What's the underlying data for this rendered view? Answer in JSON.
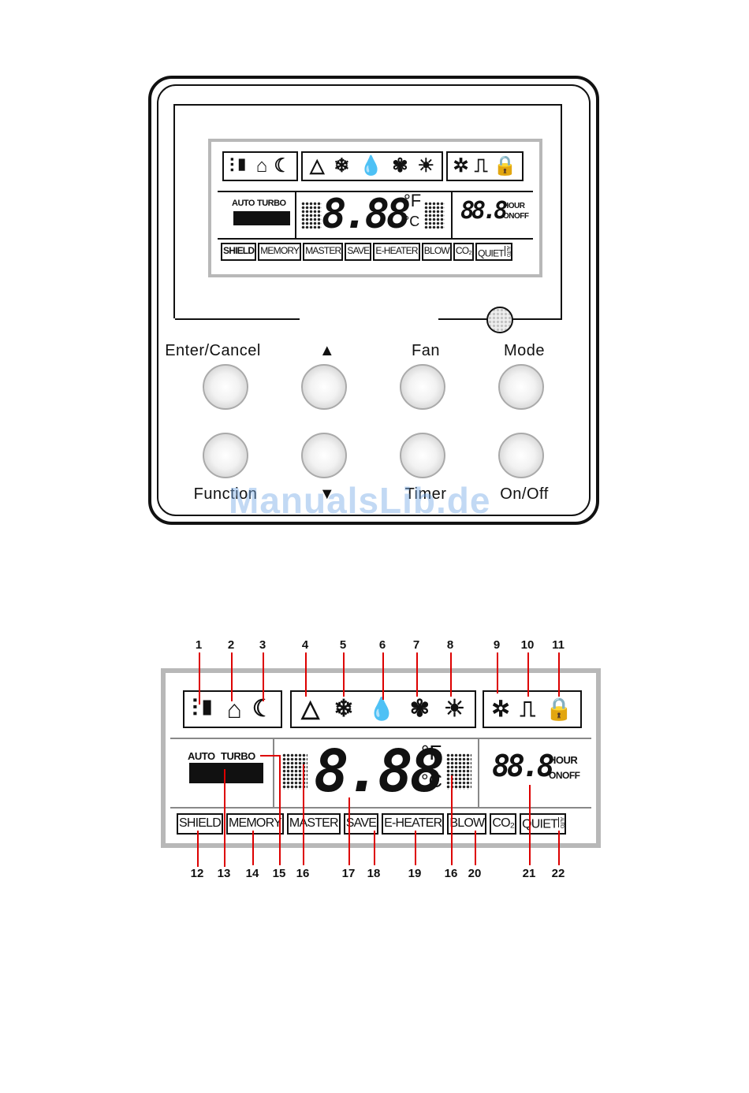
{
  "panel": {
    "buttons": {
      "enter_cancel": "Enter/Cancel",
      "up": "▲",
      "fan": "Fan",
      "mode": "Mode",
      "function": "Function",
      "down": "▼",
      "timer": "Timer",
      "on_off": "On/Off"
    }
  },
  "lcd": {
    "auto": "AUTO",
    "turbo": "TURBO",
    "main_digits": "8.88",
    "unit_f": "°F",
    "unit_c": "°C",
    "timer_digits": "88.8",
    "hour": "HOUR",
    "onoff": "ONOFF",
    "tags": {
      "shield": "SHIELD",
      "memory": "MEMORY",
      "master": "MASTER",
      "save": "SAVE",
      "eheater": "E-HEATER",
      "blow": "BLOW",
      "co2": "CO₂",
      "quiet": "QUIET",
      "auto_small": "AUTO"
    }
  },
  "callouts": {
    "top": [
      "1",
      "2",
      "3",
      "4",
      "5",
      "6",
      "7",
      "8",
      "9",
      "10",
      "11"
    ],
    "bottom": [
      "12",
      "13",
      "14",
      "15",
      "16",
      "17",
      "18",
      "19",
      "16",
      "20",
      "21",
      "22"
    ]
  },
  "watermark": "ManualsLib.de",
  "colors": {
    "callout_line": "#dd0000",
    "lcd_frame": "#b8b8b8",
    "watermark": "#78aae6"
  }
}
